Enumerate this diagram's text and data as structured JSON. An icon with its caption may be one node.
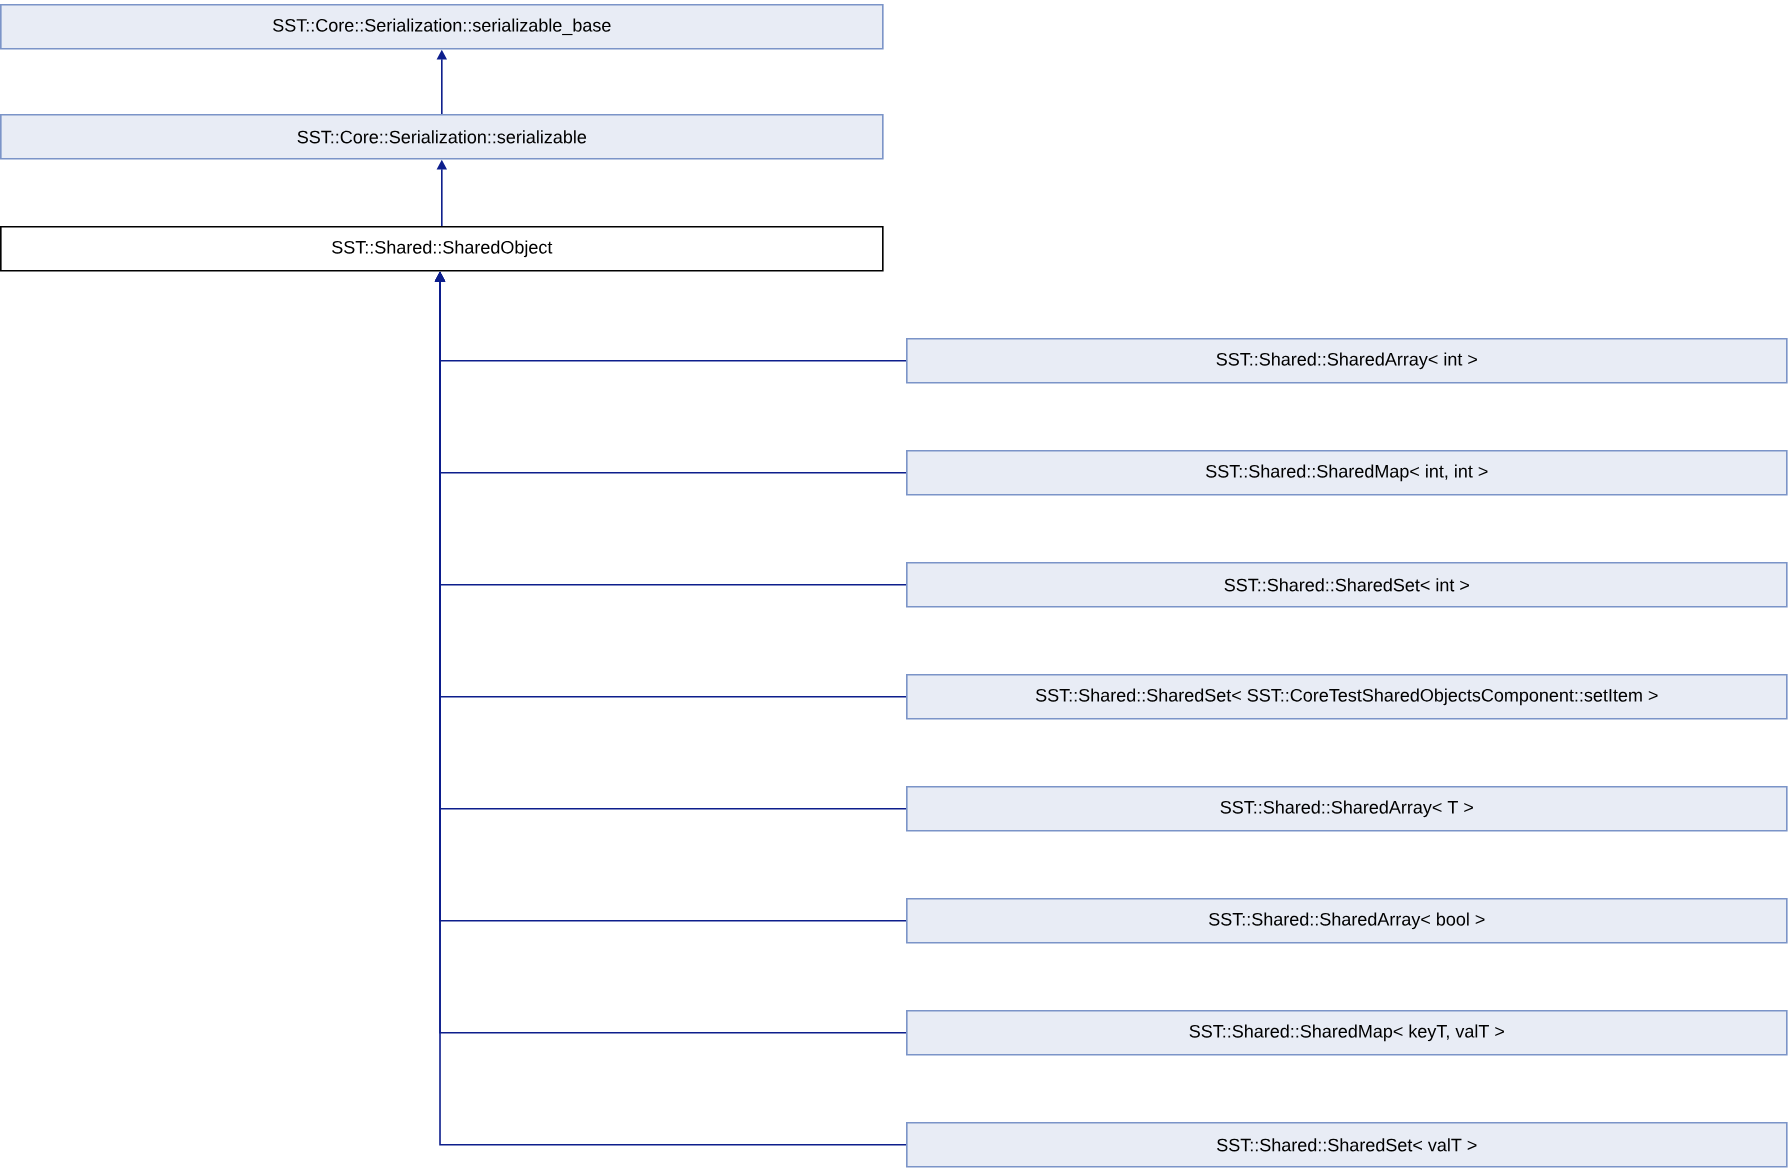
{
  "diagram": {
    "nodes": [
      {
        "text": [
          "SST::Core::Serialization::serializable_base"
        ]
      },
      {
        "text": [
          "SST::Core::Serialization::serializable"
        ]
      },
      {
        "text": [
          "SST::Shared::SharedObject"
        ]
      },
      {
        "text": [
          "SST::Shared::SharedArray< int >"
        ]
      },
      {
        "text": [
          "SST::Shared::SharedMap< int, int >"
        ]
      },
      {
        "text": [
          "SST::Shared::SharedSet< int >"
        ]
      },
      {
        "text": [
          "SST::Shared::SharedSet< SST::CoreTestSharedObjectsComponent::setItem >"
        ]
      },
      {
        "text": [
          "SST::Shared::SharedArray< T >"
        ]
      },
      {
        "text": [
          "SST::Shared::SharedArray< bool >"
        ]
      },
      {
        "text": [
          "SST::Shared::SharedMap< keyT, valT >"
        ]
      },
      {
        "text": [
          "SST::Shared::SharedSet< valT >"
        ]
      }
    ],
    "edges": [
      {
        "from": 1,
        "to": 0,
        "arrow": "to"
      },
      {
        "from": 2,
        "to": 1,
        "arrow": "to"
      },
      {
        "from": 3,
        "to": 2,
        "arrow": "to"
      },
      {
        "from": 4,
        "to": 2,
        "arrow": "to"
      },
      {
        "from": 5,
        "to": 2,
        "arrow": "to"
      },
      {
        "from": 6,
        "to": 2,
        "arrow": "to"
      },
      {
        "from": 7,
        "to": 2,
        "arrow": "to"
      },
      {
        "from": 8,
        "to": 2,
        "arrow": "to"
      },
      {
        "from": 9,
        "to": 2,
        "arrow": "to"
      },
      {
        "from": 10,
        "to": 2,
        "arrow": "to"
      }
    ]
  }
}
